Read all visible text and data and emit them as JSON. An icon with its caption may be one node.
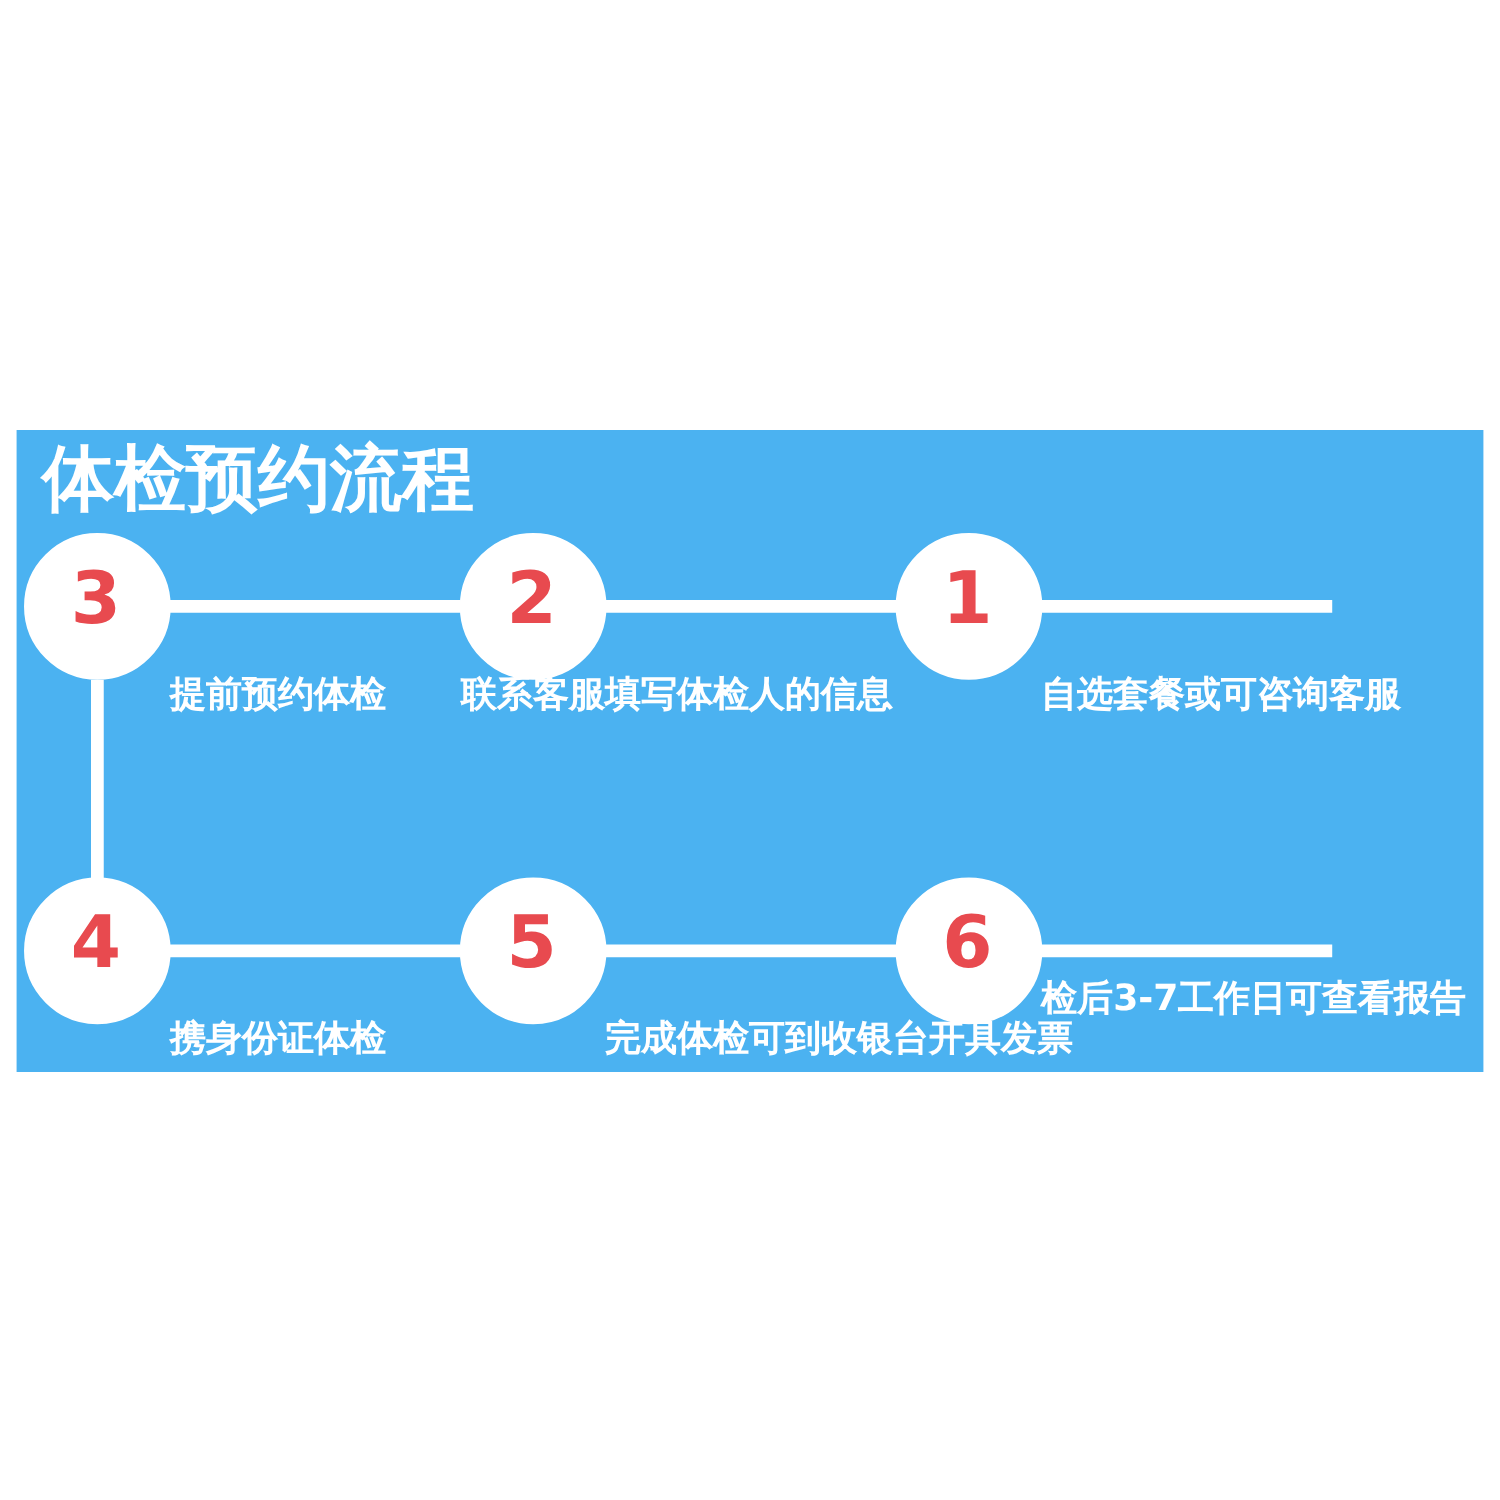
{
  "diagram": {
    "title": "体检预约流程",
    "nodes": [
      {
        "text": [
          "1"
        ],
        "beside": [
          "自选套餐或可咨询客服"
        ]
      },
      {
        "text": [
          "2"
        ],
        "beside": [
          "联系客服填写体检人的信息"
        ]
      },
      {
        "text": [
          "3"
        ],
        "beside": [
          "提前预约体检"
        ]
      },
      {
        "text": [
          "4"
        ],
        "beside": [
          "携身份证体检"
        ]
      },
      {
        "text": [
          "5"
        ],
        "beside": [
          "完成体检可到收银台开具发票"
        ]
      },
      {
        "text": [
          "6"
        ],
        "beside": [
          "检后3-7工作日可查看报告"
        ]
      }
    ],
    "edges": [
      {
        "from": null,
        "to": 0,
        "arrow": "none"
      },
      {
        "from": 0,
        "to": 1,
        "arrow": "none"
      },
      {
        "from": 1,
        "to": 2,
        "arrow": "none"
      },
      {
        "from": 2,
        "to": 3,
        "arrow": "none"
      },
      {
        "from": 3,
        "to": 4,
        "arrow": "none"
      },
      {
        "from": 4,
        "to": 5,
        "arrow": "none"
      },
      {
        "from": null,
        "to": 5,
        "arrow": "none"
      }
    ]
  }
}
